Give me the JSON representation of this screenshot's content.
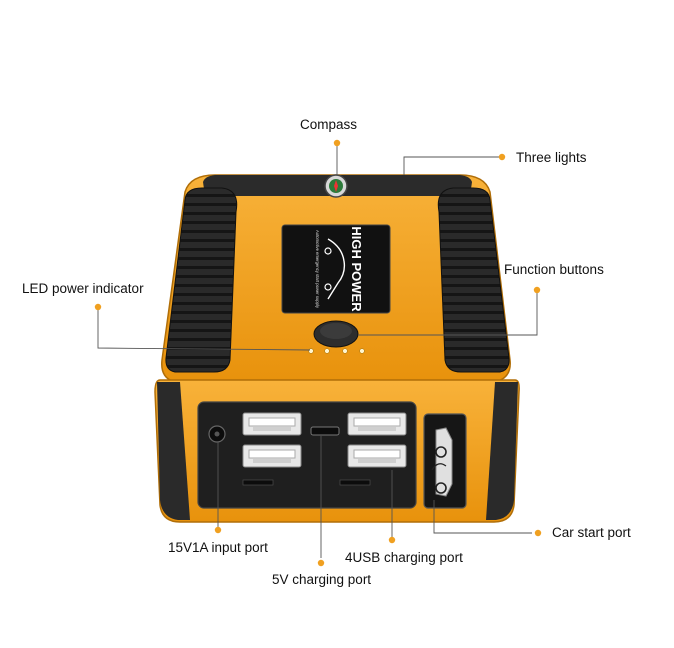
{
  "callouts": {
    "compass": "Compass",
    "three_lights": "Three lights",
    "led_power_indicator": "LED power indicator",
    "function_buttons": "Function buttons",
    "input_port": "15V1A input port",
    "five_v_port": "5V charging port",
    "usb_port": "4USB charging port",
    "car_start_port": "Car start port"
  },
  "device": {
    "brand_text": "HIGH POWER",
    "tagline": "Automotive emergency start power supply"
  },
  "colors": {
    "accent_dot": "#f0a020",
    "device_orange": "#f6a51a",
    "device_black": "#2b2b2b",
    "leader_line": "#555555"
  }
}
